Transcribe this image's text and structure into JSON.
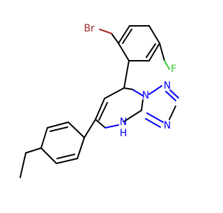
{
  "molecule": {
    "atom_labels": {
      "br": "Br",
      "f": "F",
      "n1": "N",
      "n2": "N",
      "n3": "N",
      "nh_n": "N",
      "nh_h": "H"
    },
    "colors": {
      "carbon_bond": "#000000",
      "bromine": "#a52a2a",
      "nitrogen": "#0000ff",
      "fluorine": "#33cc33"
    }
  }
}
